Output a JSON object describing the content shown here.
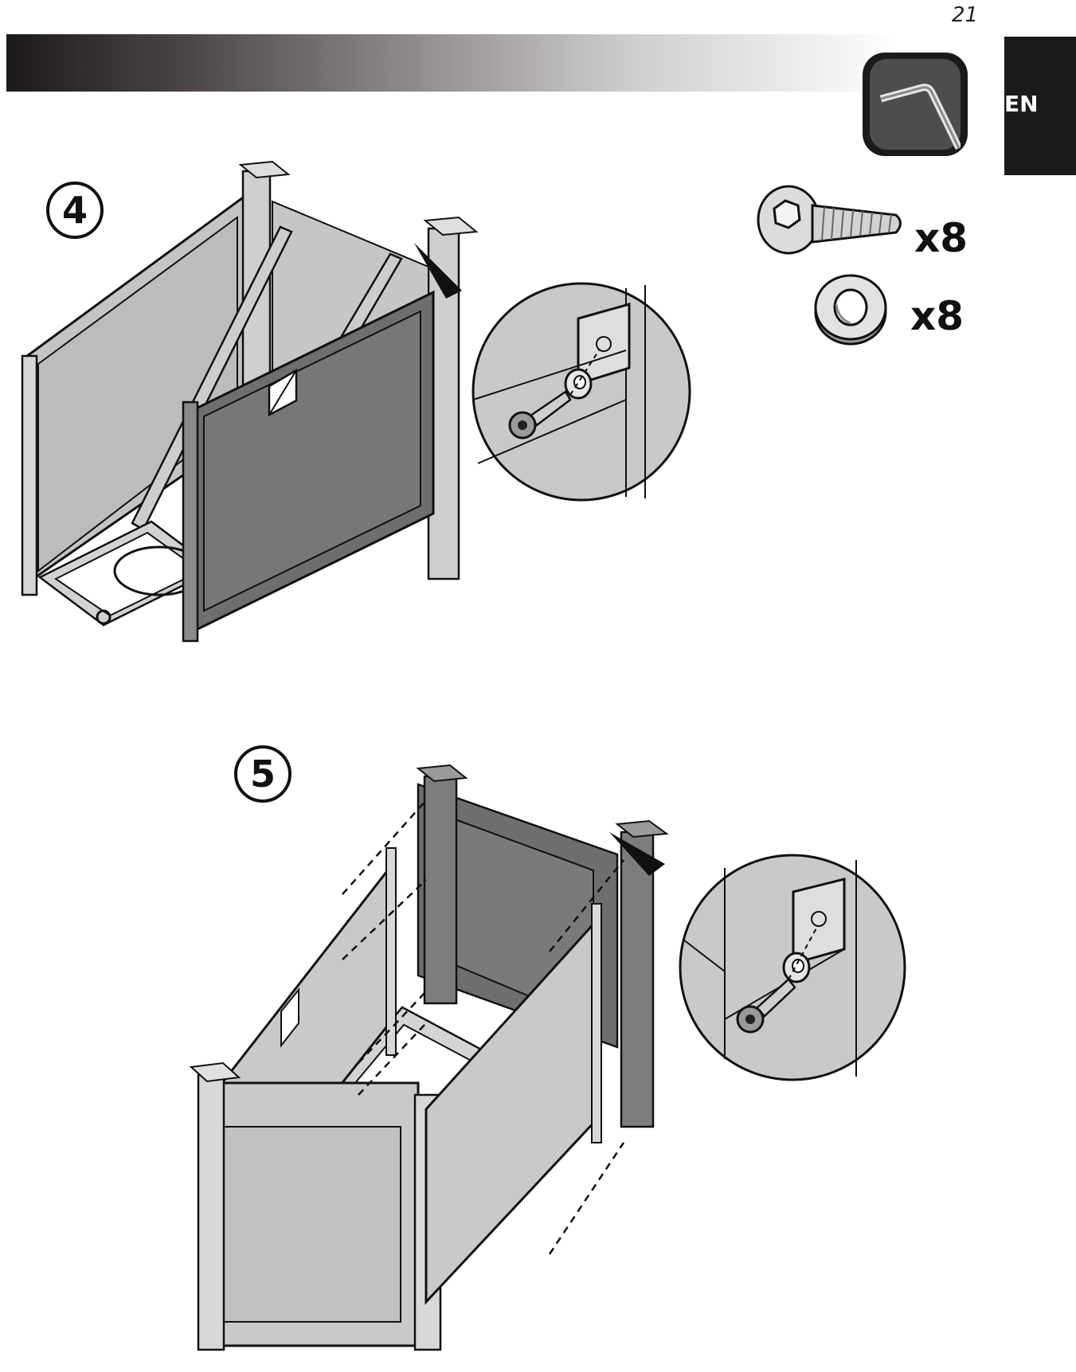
{
  "page": {
    "number": "21",
    "language": "EN"
  },
  "tool": {
    "icon": "allen-key-icon"
  },
  "parts": [
    {
      "name": "bolt",
      "icon": "button-head-bolt-icon",
      "quantity": "x8"
    },
    {
      "name": "washer",
      "icon": "washer-icon",
      "quantity": "x8"
    }
  ],
  "steps": [
    {
      "number": "4",
      "illustration": "attach-front-panel-illustration",
      "detail": "bolt-and-washer-detail"
    },
    {
      "number": "5",
      "illustration": "attach-back-posts-illustration",
      "detail": "bolt-and-washer-detail"
    }
  ],
  "colors": {
    "panel_light": "#bdbdbd",
    "panel_dark": "#6e6e6e",
    "outline": "#111111",
    "header_dark": "#1c191b"
  }
}
